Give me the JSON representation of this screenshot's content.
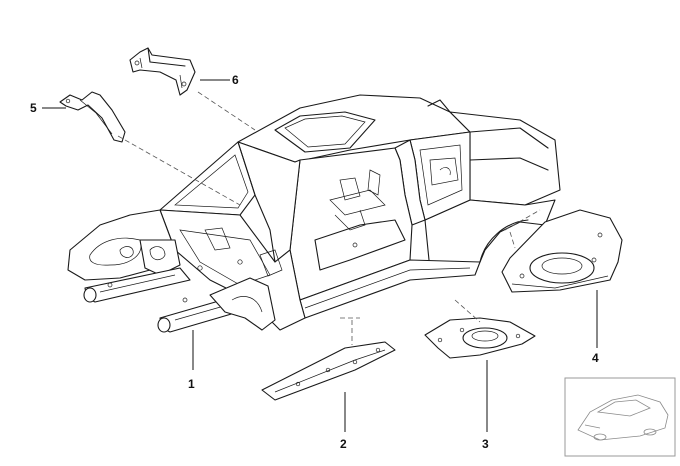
{
  "callouts": {
    "c1": "1",
    "c2": "2",
    "c3": "3",
    "c4": "4",
    "c5": "5",
    "c6": "6"
  },
  "icons": {
    "thumbnail": "car-thumbnail-icon"
  }
}
